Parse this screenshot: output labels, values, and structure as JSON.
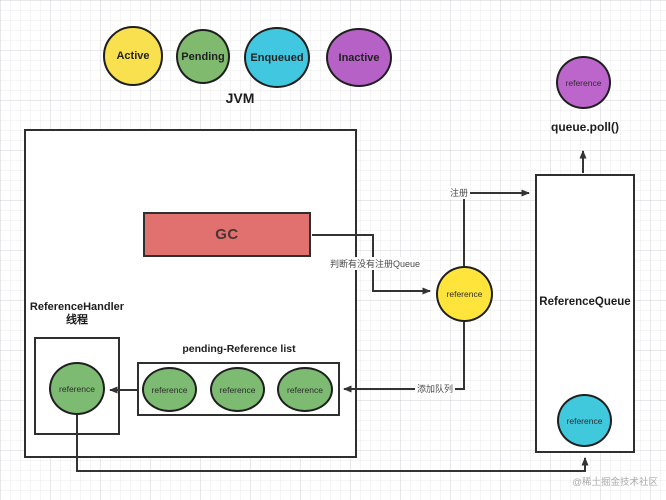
{
  "diagram": {
    "states": [
      {
        "label": "Active",
        "color": "#f8e04e"
      },
      {
        "label": "Pending",
        "color": "#7fba6e"
      },
      {
        "label": "Enqueued",
        "color": "#41c7e0"
      },
      {
        "label": "Inactive",
        "color": "#b561c6"
      }
    ],
    "jvm_label": "JVM",
    "gc_label": "GC",
    "reference_handler": {
      "title": "ReferenceHandler",
      "subtitle": "线程",
      "node_label": "reference"
    },
    "pending_list": {
      "title": "pending-Reference list",
      "node_labels": [
        "reference",
        "reference",
        "reference"
      ]
    },
    "reference_queue": {
      "title": "ReferenceQueue",
      "enqueued_node_label": "reference"
    },
    "queue_poll_label": "queue.poll()",
    "gc_reference_node_label": "reference",
    "polled_node_label": "reference",
    "edge_labels": {
      "register": "注册",
      "check_registered_queue": "判断有没有注册Queue",
      "add_to_queue": "添加队列"
    },
    "watermark": "@稀土掘金技术社区",
    "colors": {
      "gc_box": "#e0716f",
      "green_node": "#7cbb71",
      "yellow_node": "#ffe43c",
      "cyan_node": "#40c8dc",
      "purple_node": "#bc66cc",
      "line": "#333333"
    }
  }
}
